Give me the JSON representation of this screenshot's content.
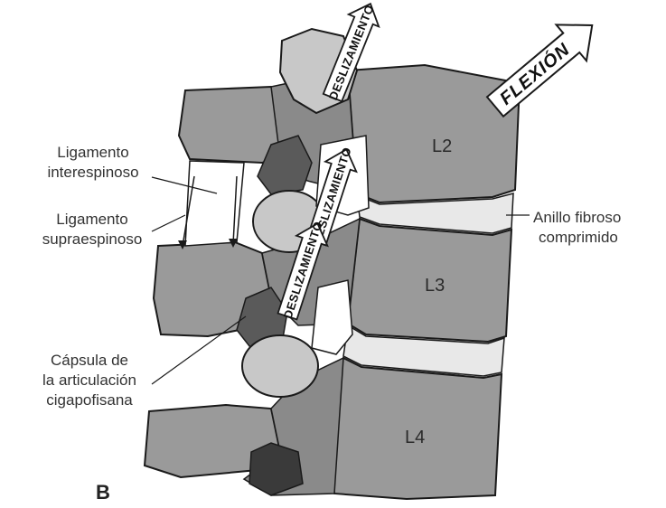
{
  "labels": {
    "ligamento_interespinoso": [
      "Ligamento",
      "interespinoso"
    ],
    "ligamento_supraespinoso": [
      "Ligamento",
      "supraespinoso"
    ],
    "capsula": [
      "Cápsula de",
      "la articulación",
      "cigapofisana"
    ],
    "anillo": [
      "Anillo fibroso",
      "comprimido"
    ],
    "panel": "B"
  },
  "vertebrae": {
    "l2": "L2",
    "l3": "L3",
    "l4": "L4"
  },
  "arrows": {
    "flexion": "FLEXIÓN",
    "deslizamiento_top": "DESLIZAMIENTO",
    "deslizamiento_mid": "DESLIZAMIENTO",
    "deslizamiento_low": "DESLIZAMIENTO"
  },
  "colors": {
    "bone": "#9a9a9a",
    "bone_dark": "#5a5a5a",
    "bone_light": "#c8c8c8",
    "disc": "#e8e8e8",
    "outline": "#1a1a1a",
    "ligament": "#ffffff"
  }
}
